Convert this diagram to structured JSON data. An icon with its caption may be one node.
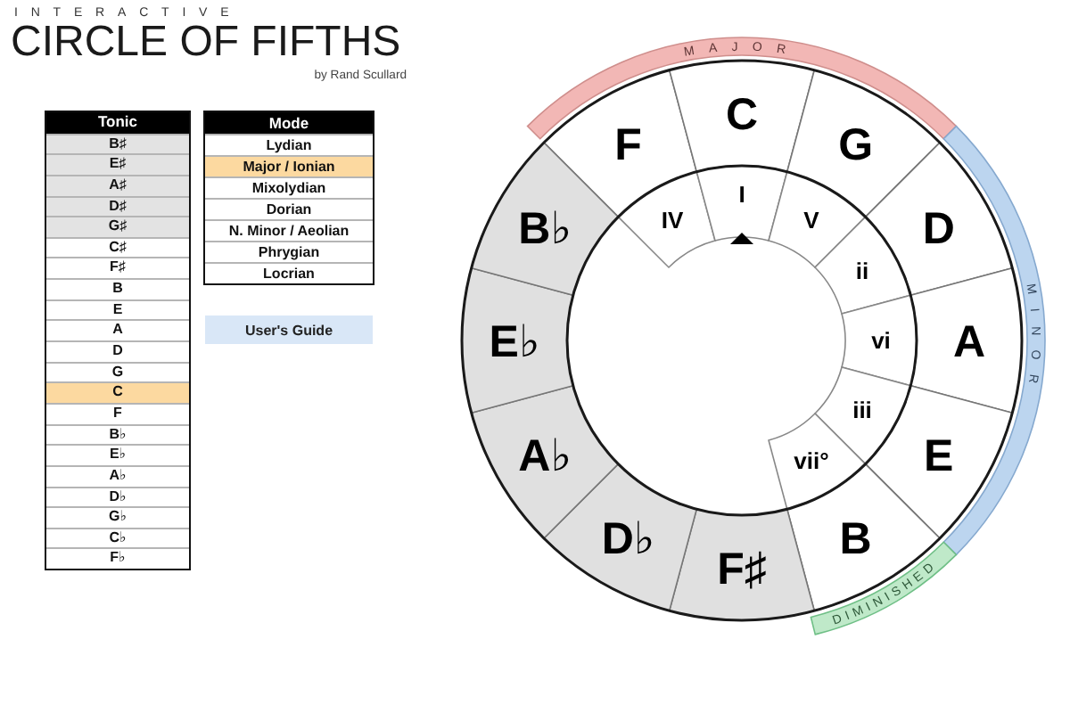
{
  "diagram": {
    "title": "CIRCLE OF FIFTHS",
    "nodes": [
      {
        "text": [
          "Tonic",
          "B♯",
          "E♯",
          "A♯",
          "D♯",
          "G♯",
          "C♯",
          "F♯",
          "B",
          "E",
          "A",
          "D",
          "G",
          "C",
          "F",
          "B♭",
          "E♭",
          "A♭",
          "D♭",
          "G♭",
          "C♭",
          "F♭"
        ]
      },
      {
        "text": [
          "Mode",
          "Lydian",
          "Major / Ionian",
          "Mixolydian",
          "Dorian",
          "N. Minor / Aeolian",
          "Phrygian",
          "Locrian"
        ]
      },
      {
        "text": [
          "User's Guide"
        ]
      },
      {
        "text": [
          "MAJOR"
        ]
      },
      {
        "text": [
          "F"
        ]
      },
      {
        "text": [
          "C"
        ]
      },
      {
        "text": [
          "G"
        ]
      },
      {
        "text": [
          "D"
        ]
      },
      {
        "text": [
          "A"
        ]
      },
      {
        "text": [
          "E"
        ]
      },
      {
        "text": [
          "B"
        ]
      },
      {
        "text": [
          "F♯"
        ]
      },
      {
        "text": [
          "D♭"
        ]
      },
      {
        "text": [
          "A♭"
        ]
      },
      {
        "text": [
          "E♭"
        ]
      },
      {
        "text": [
          "B♭"
        ]
      },
      {
        "text": [
          "IV"
        ]
      },
      {
        "text": [
          "I"
        ]
      },
      {
        "text": [
          "V"
        ]
      },
      {
        "text": [
          "ii"
        ]
      },
      {
        "text": [
          "vi"
        ]
      },
      {
        "text": [
          "iii"
        ]
      },
      {
        "text": [
          "vii°"
        ]
      },
      {
        "text": [
          "MINOR"
        ]
      },
      {
        "text": [
          "DIMINISHED"
        ]
      }
    ],
    "labels": [
      "INTERACTIVE",
      "by Rand Scullard"
    ]
  }
}
